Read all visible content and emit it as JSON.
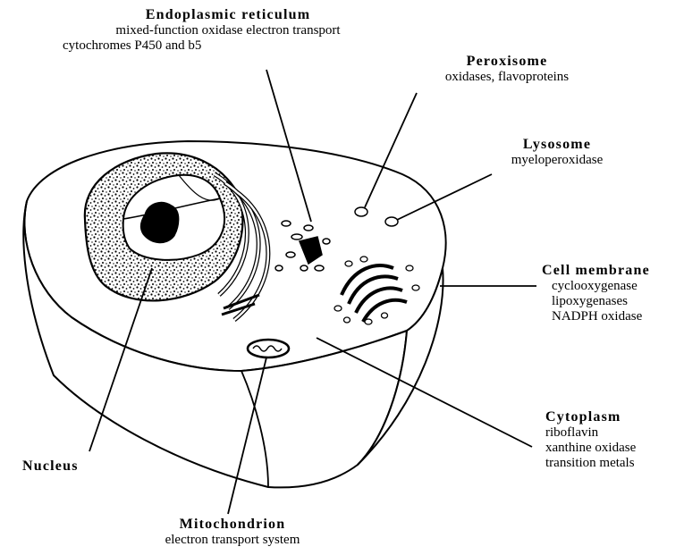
{
  "labels": {
    "er": {
      "title": "Endoplasmic reticulum",
      "lines": [
        "mixed-function oxidase electron transport",
        "cytochromes P450 and b5"
      ]
    },
    "peroxisome": {
      "title": "Peroxisome",
      "lines": [
        "oxidases, flavoproteins"
      ]
    },
    "lysosome": {
      "title": "Lysosome",
      "lines": [
        "myeloperoxidase"
      ]
    },
    "cell_membrane": {
      "title": "Cell membrane",
      "lines": [
        "cyclooxygenase",
        "lipoxygenases",
        "NADPH oxidase"
      ]
    },
    "cytoplasm": {
      "title": "Cytoplasm",
      "lines": [
        "riboflavin",
        "xanthine oxidase",
        "transition metals"
      ]
    },
    "nucleus": {
      "title": "Nucleus"
    },
    "mitochondrion": {
      "title": "Mitochondrion",
      "lines": [
        "electron transport system"
      ]
    }
  },
  "colors": {
    "ink": "#000000",
    "paper": "#ffffff",
    "fill_light": "#f2f2f2"
  }
}
